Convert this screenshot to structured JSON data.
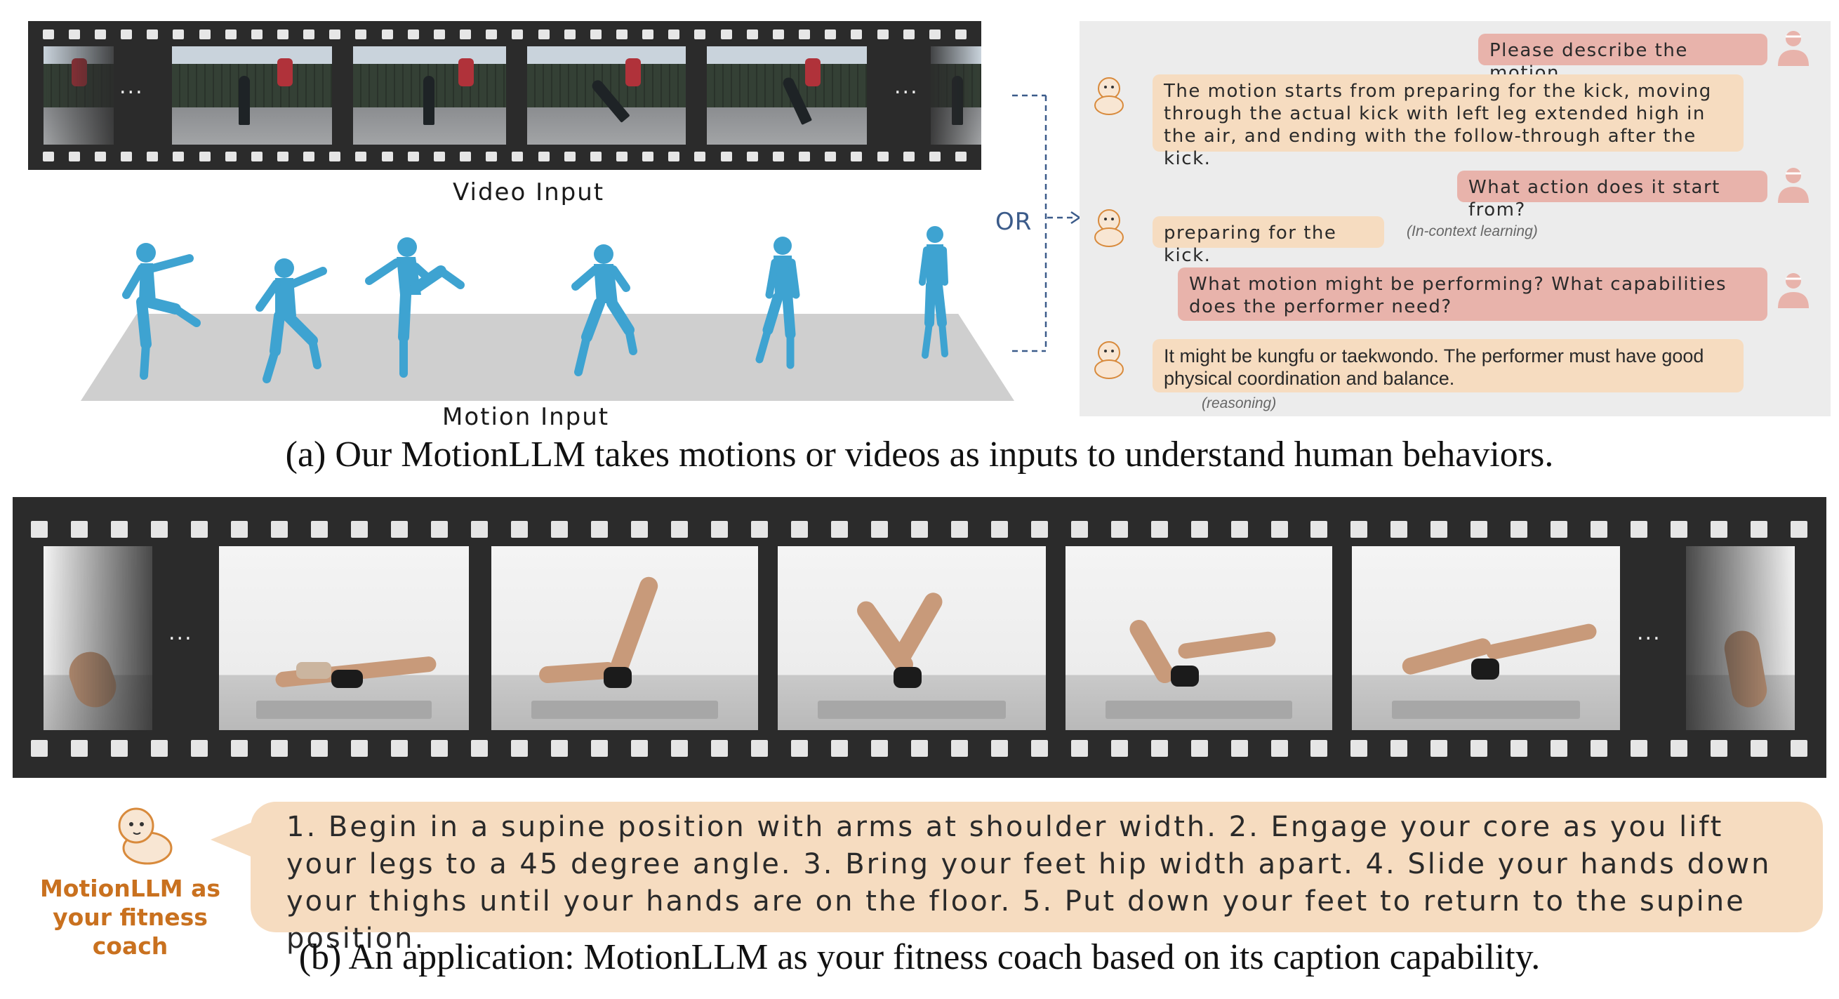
{
  "part_a": {
    "video_label": "Video Input",
    "motion_label": "Motion Input",
    "or_label": "OR",
    "caption": "(a) Our MotionLLM takes motions or videos as inputs to understand human behaviors.",
    "ellipsis": "..."
  },
  "chat": {
    "messages": [
      {
        "role": "user",
        "text": "Please describe the motion."
      },
      {
        "role": "assistant",
        "text": "The motion starts from preparing for the kick, moving through the actual kick with left leg extended high in the air, and ending with the follow-through after the kick."
      },
      {
        "role": "user",
        "text": "What action does it start from?"
      },
      {
        "role": "assistant",
        "text": "preparing for the kick.",
        "note": "(In-context learning)"
      },
      {
        "role": "user",
        "text": "What motion might be performing? What capabilities does the performer need?"
      },
      {
        "role": "assistant",
        "text": "It might be kungfu or taekwondo. The performer must have good physical coordination and balance.",
        "note": "(reasoning)"
      }
    ]
  },
  "part_b": {
    "ellipsis": "...",
    "coach_label": "MotionLLM as your fitness coach",
    "coach_text": "1. Begin in a supine position with arms at shoulder width. 2. Engage your core as you lift your legs to a 45 degree angle. 3. Bring your feet hip width apart. 4. Slide your hands down your thighs until your hands are on the floor. 5. Put down your feet to return to the supine position.",
    "caption": "(b) An application: MotionLLM as your fitness coach based on its caption capability."
  },
  "colors": {
    "user_bubble": "#e8b3ab",
    "assistant_bubble": "#f6dcc0",
    "motion_figure": "#3ea3d1",
    "coach_label": "#c9711f",
    "connector": "#3b5b8a"
  }
}
